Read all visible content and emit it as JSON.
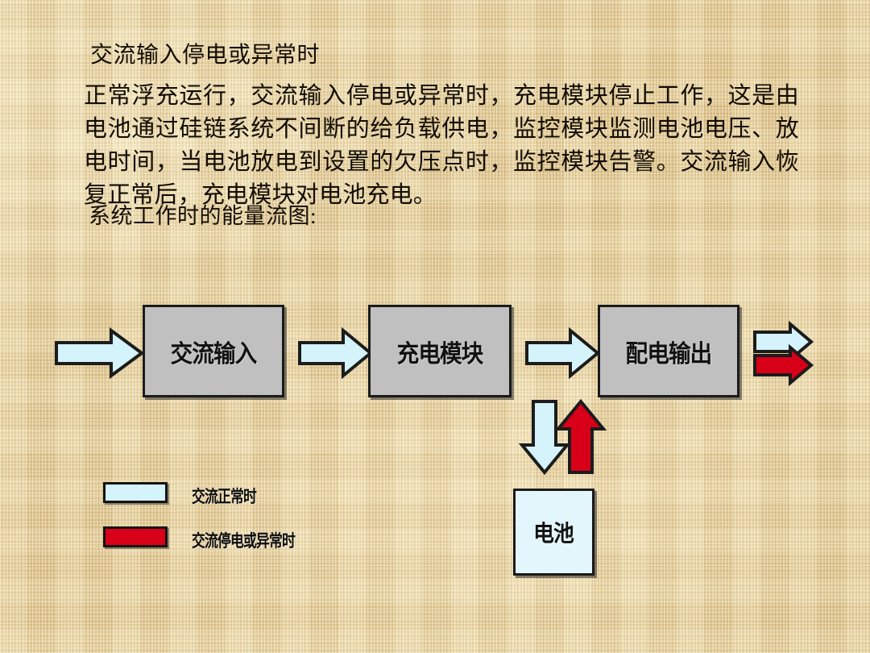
{
  "slide": {
    "heading": "交流输入停电或异常时",
    "paragraph": "正常浮充运行，交流输入停电或异常时，充电模块停止工作，这是由电池通过硅链系统不间断的给负载供电，监控模块监测电池电压、放电时间，当电池放电到设置的欠压点时，监控模块告警。交流输入恢复正常后，充电模块对电池充电。",
    "flow_label": "系统工作时的能量流图:"
  },
  "diagram": {
    "boxes": [
      {
        "id": "ac-input",
        "label": "交流输入"
      },
      {
        "id": "charge-module",
        "label": "充电模块"
      },
      {
        "id": "power-output",
        "label": "配电输出"
      },
      {
        "id": "battery",
        "label": "电池"
      }
    ],
    "arrows": [
      {
        "id": "arrow-in",
        "direction": "right",
        "color": "light-blue"
      },
      {
        "id": "arrow-ac-to-charge",
        "direction": "right",
        "color": "light-blue"
      },
      {
        "id": "arrow-charge-to-out",
        "direction": "right",
        "color": "light-blue"
      },
      {
        "id": "arrow-out-normal",
        "direction": "right",
        "color": "light-blue"
      },
      {
        "id": "arrow-out-fault",
        "direction": "right",
        "color": "red"
      },
      {
        "id": "arrow-charge-battery",
        "direction": "down",
        "color": "light-blue"
      },
      {
        "id": "arrow-battery-supply",
        "direction": "up",
        "color": "red"
      }
    ]
  },
  "legend": {
    "items": [
      {
        "swatch_color": "#d4f3fb",
        "label": "交流正常时"
      },
      {
        "swatch_color": "#d80018",
        "label": "交流停电或异常时"
      }
    ]
  },
  "colors": {
    "background": "#ddc691",
    "box_fill": "#c0c0c0",
    "box_border": "#1a1a1a",
    "light_blue": "#d4f3fb",
    "red": "#d80018",
    "battery_fill": "#e2f6fc",
    "text": "#140d05"
  }
}
